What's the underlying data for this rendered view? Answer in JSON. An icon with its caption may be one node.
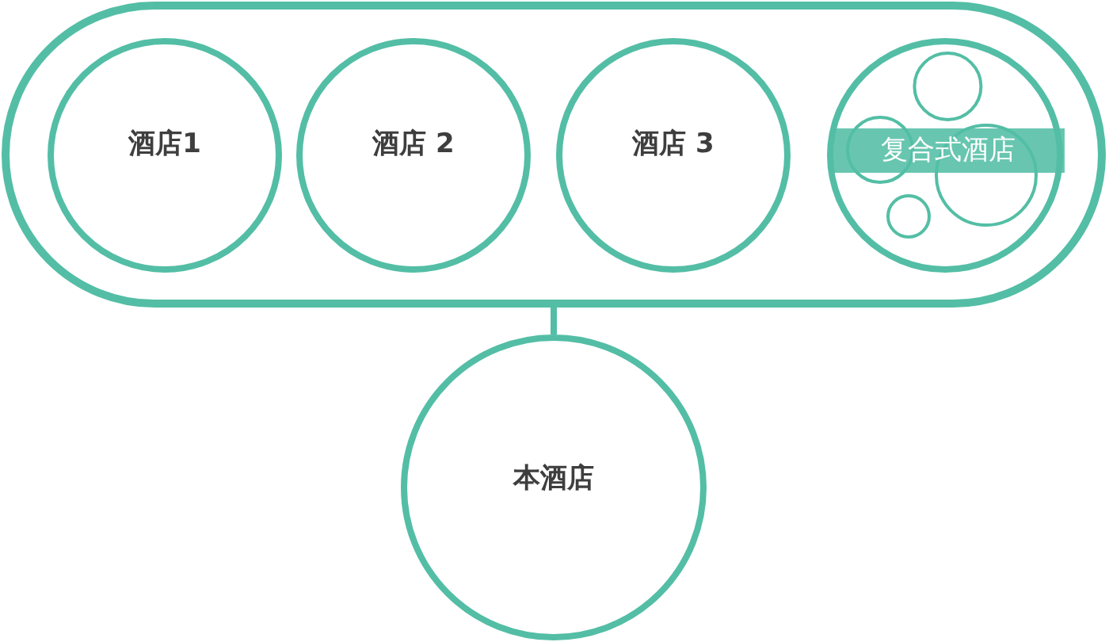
{
  "diagram": {
    "nodes": [
      {
        "text": [],
        "shape": "box"
      },
      {
        "text": [
          "酒店1"
        ],
        "in": 0
      },
      {
        "text": [
          "酒店 2"
        ],
        "in": 0
      },
      {
        "text": [
          "酒店 3"
        ],
        "in": 0
      },
      {
        "text": [
          "复合式酒店"
        ],
        "in": 0
      },
      {
        "text": [
          "本酒店"
        ]
      }
    ],
    "edges": [
      {
        "from": 0,
        "to": 5,
        "arrow": "none"
      }
    ]
  }
}
